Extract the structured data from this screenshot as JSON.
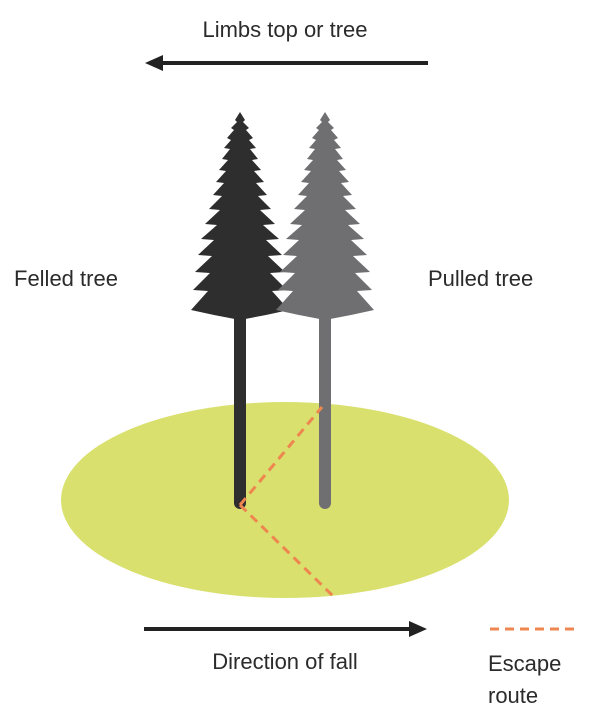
{
  "labels": {
    "top_arrow": "Limbs top or tree",
    "felled_tree": "Felled tree",
    "pulled_tree": "Pulled tree",
    "bottom_arrow": "Direction of fall",
    "legend_line1": "Escape",
    "legend_line2": "route"
  },
  "colors": {
    "felled_tree": "#2e2e2e",
    "pulled_tree": "#6f6f72",
    "ground": "#d9e06e",
    "escape_route": "#ee8650",
    "arrow": "#222222",
    "text": "#2b2b2b"
  }
}
